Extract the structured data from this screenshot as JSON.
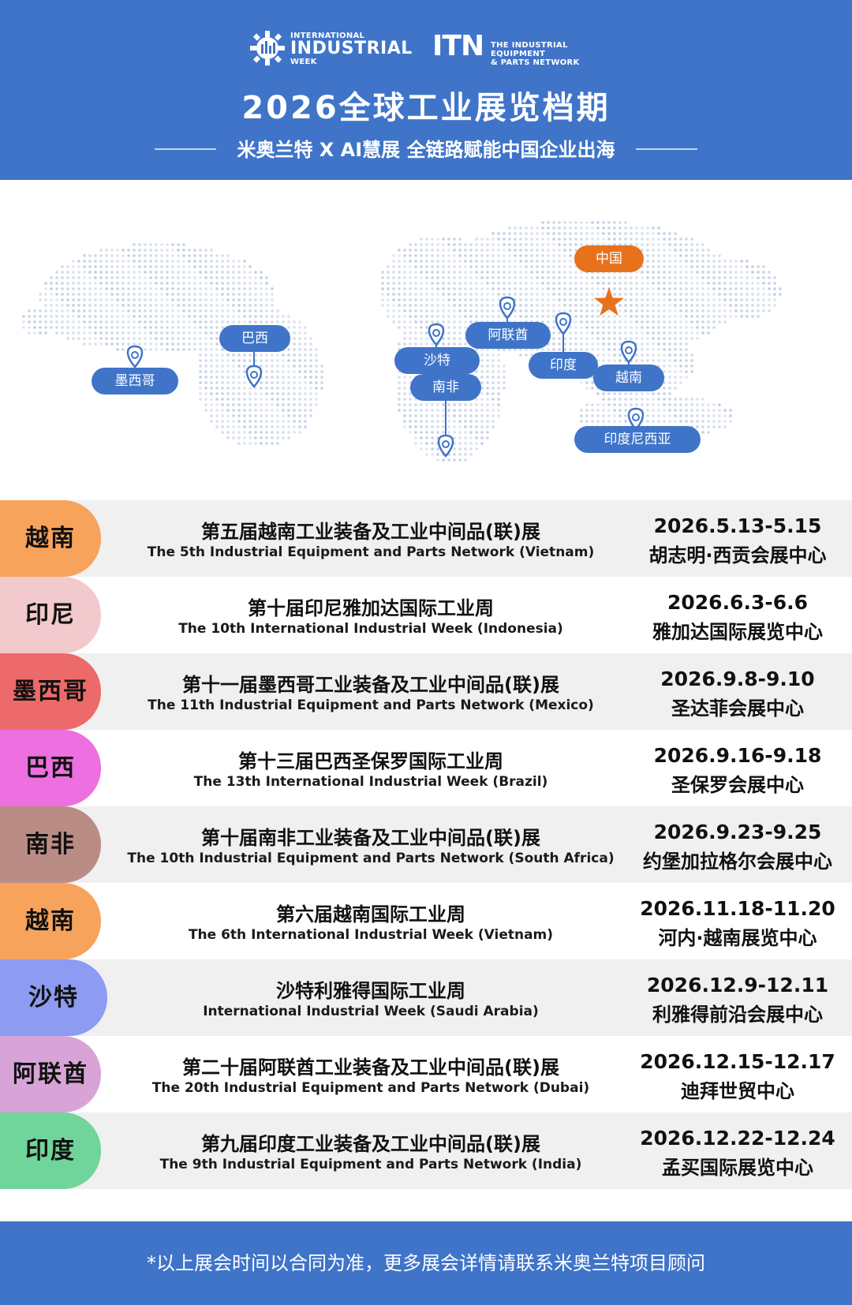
{
  "header": {
    "logo_left": {
      "line1": "INTERNATIONAL",
      "line2": "INDUSTRIAL",
      "line3": "WEEK"
    },
    "logo_right": {
      "mark": "ITN",
      "line1": "THE INDUSTRIAL EQUIPMENT",
      "line2": "& PARTS NETWORK"
    },
    "title": "2026全球工业展览档期",
    "subtitle": "米奥兰特 X AI慧展  全链路赋能中国企业出海"
  },
  "map": {
    "labels": {
      "china": "中国",
      "mexico": "墨西哥",
      "brazil": "巴西",
      "saudi": "沙特",
      "south_africa": "南非",
      "uae": "阿联酋",
      "india": "印度",
      "vietnam": "越南",
      "indonesia": "印度尼西亚"
    },
    "colors": {
      "pin": "#3f74c9",
      "china": "#e8711c",
      "dots": "#b9c7df"
    }
  },
  "events": [
    {
      "country": "越南",
      "color": "#f7a35c",
      "cn": "第五届越南工业装备及工业中间品(联)展",
      "en": "The 5th Industrial Equipment and Parts Network (Vietnam)",
      "date": "2026.5.13-5.15",
      "venue": "胡志明·西贡会展中心"
    },
    {
      "country": "印尼",
      "color": "#f2c9cc",
      "cn": "第十届印尼雅加达国际工业周",
      "en": "The 10th International Industrial Week (Indonesia)",
      "date": "2026.6.3-6.6",
      "venue": "雅加达国际展览中心"
    },
    {
      "country": "墨西哥",
      "color": "#ec6a6a",
      "cn": "第十一届墨西哥工业装备及工业中间品(联)展",
      "en": "The 11th Industrial Equipment and Parts Network (Mexico)",
      "date": "2026.9.8-9.10",
      "venue": "圣达菲会展中心"
    },
    {
      "country": "巴西",
      "color": "#ee6fe0",
      "cn": "第十三届巴西圣保罗国际工业周",
      "en": "The 13th International Industrial Week (Brazil)",
      "date": "2026.9.16-9.18",
      "venue": "圣保罗会展中心"
    },
    {
      "country": "南非",
      "color": "#b98d85",
      "cn": "第十届南非工业装备及工业中间品(联)展",
      "en": "The 10th Industrial Equipment and Parts Network (South Africa)",
      "date": "2026.9.23-9.25",
      "venue": "约堡加拉格尔会展中心"
    },
    {
      "country": "越南",
      "color": "#f7a35c",
      "cn": "第六届越南国际工业周",
      "en": "The 6th International Industrial Week (Vietnam)",
      "date": "2026.11.18-11.20",
      "venue": "河内·越南展览中心"
    },
    {
      "country": "沙特",
      "color": "#8d9cf2",
      "cn": "沙特利雅得国际工业周",
      "en": "International Industrial Week (Saudi Arabia)",
      "date": "2026.12.9-12.11",
      "venue": "利雅得前沿会展中心"
    },
    {
      "country": "阿联酋",
      "color": "#d8a4d8",
      "cn": "第二十届阿联酋工业装备及工业中间品(联)展",
      "en": "The 20th Industrial Equipment and Parts Network (Dubai)",
      "date": "2026.12.15-12.17",
      "venue": "迪拜世贸中心"
    },
    {
      "country": "印度",
      "color": "#6fd59a",
      "cn": "第九届印度工业装备及工业中间品(联)展",
      "en": "The 9th Industrial Equipment and Parts Network (India)",
      "date": "2026.12.22-12.24",
      "venue": "孟买国际展览中心"
    }
  ],
  "footer": {
    "note": "*以上展会时间以合同为准，更多展会详情请联系米奥兰特项目顾问"
  }
}
